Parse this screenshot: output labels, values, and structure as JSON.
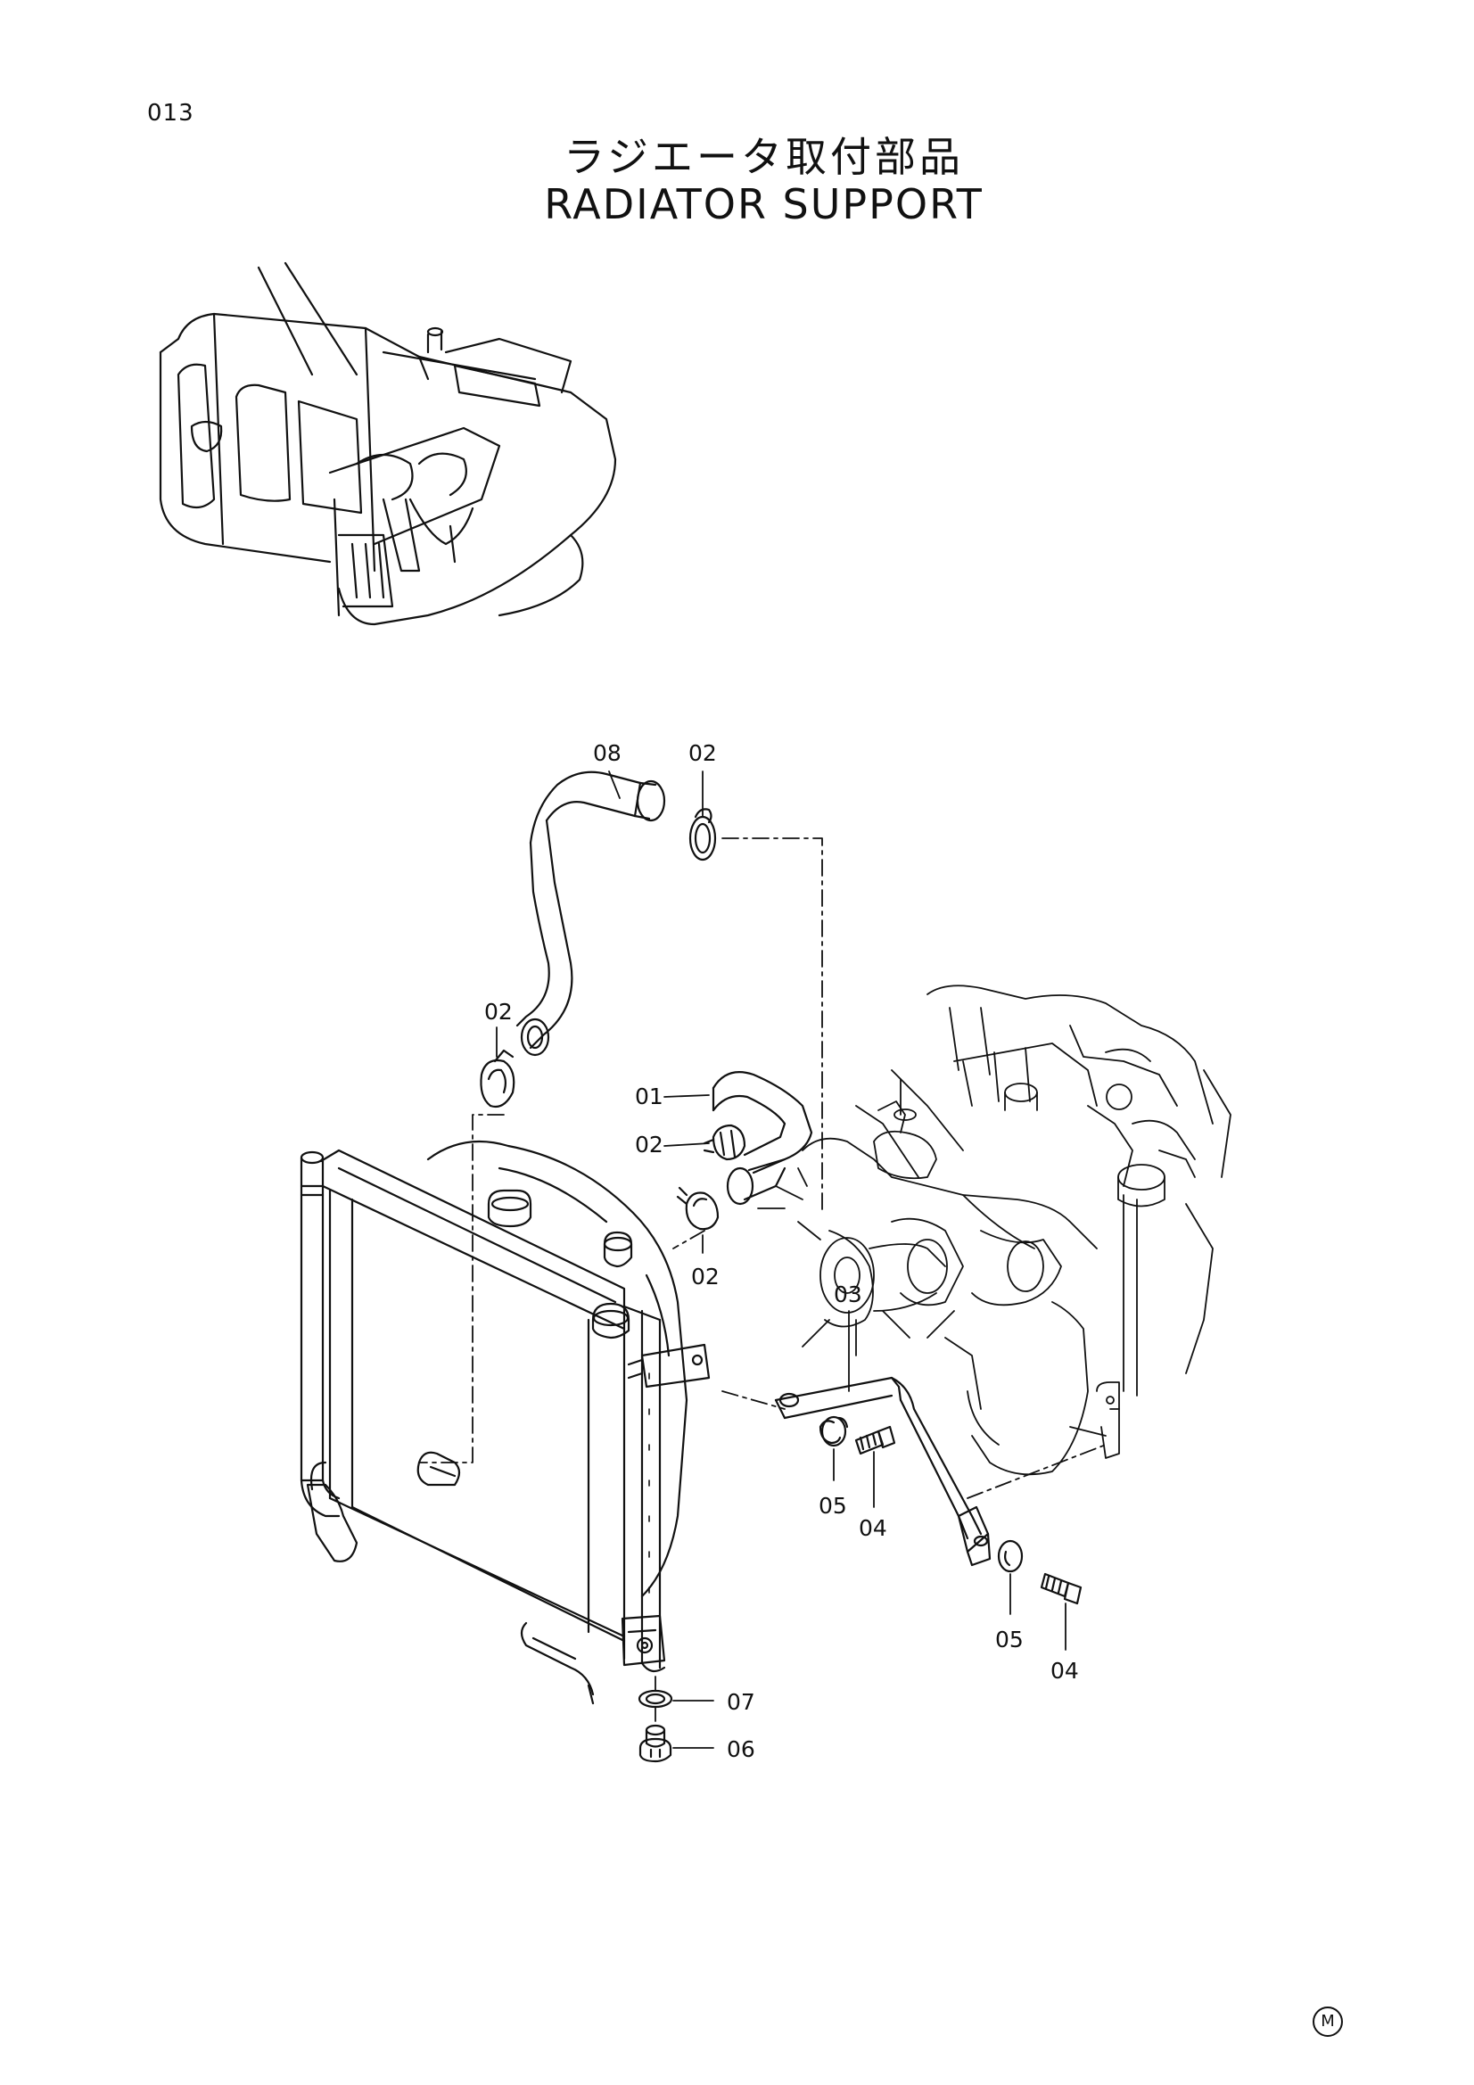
{
  "header": {
    "page_number": "013",
    "title_jp": "ラジエータ取付部品",
    "title_en": "RADIATOR SUPPORT"
  },
  "callouts": {
    "c08": "08",
    "c02_top": "02",
    "c02_left": "02",
    "c01": "01",
    "c02_mid": "02",
    "c02_lower": "02",
    "c03": "03",
    "c05_a": "05",
    "c04_a": "04",
    "c05_b": "05",
    "c04_b": "04",
    "c07": "07",
    "c06": "06"
  },
  "footer": {
    "mark": "M"
  }
}
